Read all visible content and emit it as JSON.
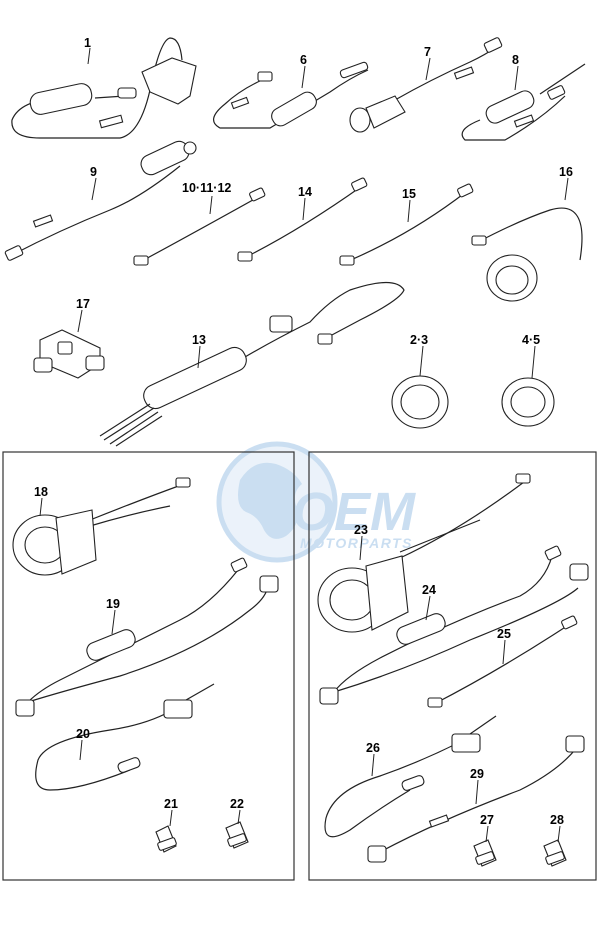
{
  "callouts": {
    "c1": "1",
    "c6": "6",
    "c7": "7",
    "c8": "8",
    "c9": "9",
    "c10": "10·11·12",
    "c14": "14",
    "c15": "15",
    "c16": "16",
    "c17": "17",
    "c13": "13",
    "c23a": "2·3",
    "c45": "4·5",
    "c18": "18",
    "c19": "19",
    "c20": "20",
    "c21": "21",
    "c22": "22",
    "c23": "23",
    "c24": "24",
    "c25": "25",
    "c26": "26",
    "c27": "27",
    "c28": "28",
    "c29": "29"
  },
  "watermark": {
    "brand": "OEM",
    "sub": "MOTORPARTS",
    "color": "#9fc4e6"
  }
}
